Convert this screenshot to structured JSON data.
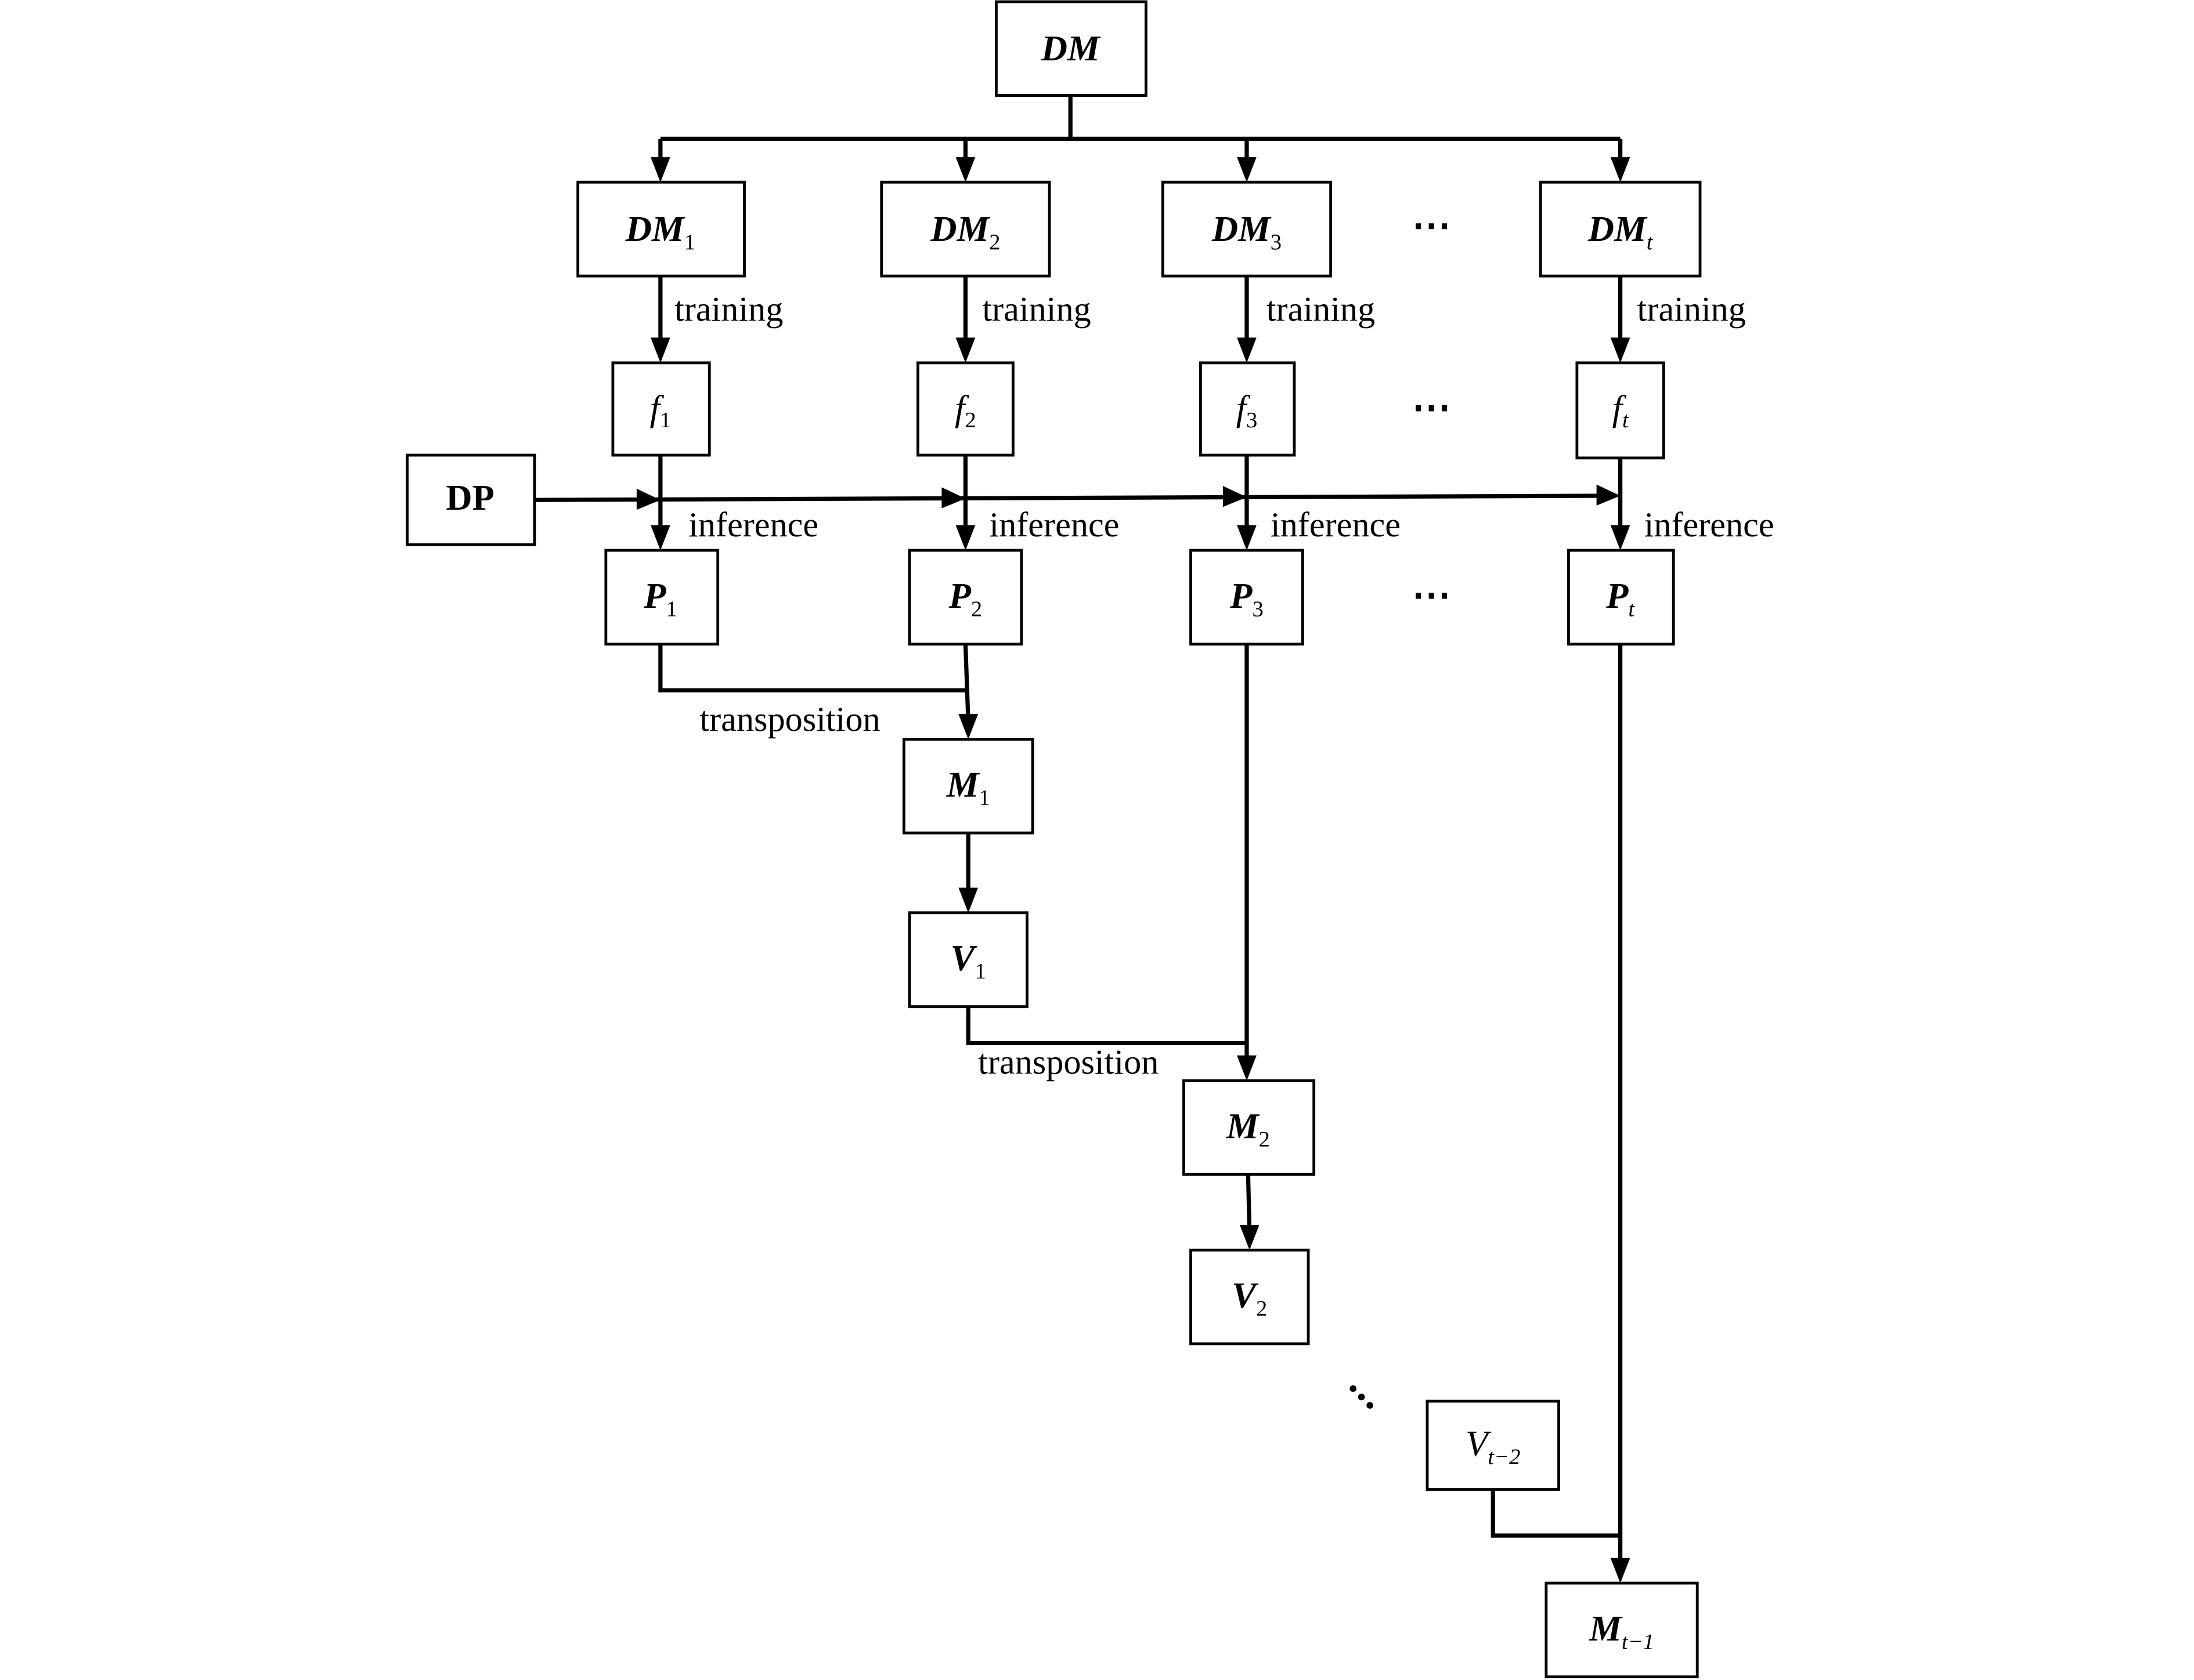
{
  "diagram": {
    "nodes": {
      "dm": {
        "main": "DM",
        "sub": "",
        "style": "main"
      },
      "dm1": {
        "main": "DM",
        "sub": "1",
        "style": "main"
      },
      "dm2": {
        "main": "DM",
        "sub": "2",
        "style": "main"
      },
      "dm3": {
        "main": "DM",
        "sub": "3",
        "style": "main"
      },
      "dmt": {
        "main": "DM",
        "sub": "t",
        "style": "main"
      },
      "f1": {
        "main": "f",
        "sub": "1",
        "style": "plain"
      },
      "f2": {
        "main": "f",
        "sub": "2",
        "style": "plain"
      },
      "f3": {
        "main": "f",
        "sub": "3",
        "style": "plain"
      },
      "ft": {
        "main": "f",
        "sub": "t",
        "style": "plain"
      },
      "dp": {
        "main": "DP",
        "sub": "",
        "style": "upright"
      },
      "p1": {
        "main": "P",
        "sub": "1",
        "style": "main"
      },
      "p2": {
        "main": "P",
        "sub": "2",
        "style": "main"
      },
      "p3": {
        "main": "P",
        "sub": "3",
        "style": "main"
      },
      "pt": {
        "main": "P",
        "sub": "t",
        "style": "main"
      },
      "m1": {
        "main": "M",
        "sub": "1",
        "style": "main"
      },
      "v1": {
        "main": "V",
        "sub": "1",
        "style": "main"
      },
      "m2": {
        "main": "M",
        "sub": "2",
        "style": "main"
      },
      "v2": {
        "main": "V",
        "sub": "2",
        "style": "main"
      },
      "vt2": {
        "main": "V",
        "sub": "t−2",
        "style": "plain"
      },
      "mt1": {
        "main": "M",
        "sub": "t−1",
        "style": "main"
      }
    },
    "edge_labels": {
      "training": "training",
      "inference": "inference",
      "transposition": "transposition"
    },
    "ellipsis": {
      "horizontal": "⋯",
      "diagonal": "⋱"
    }
  }
}
